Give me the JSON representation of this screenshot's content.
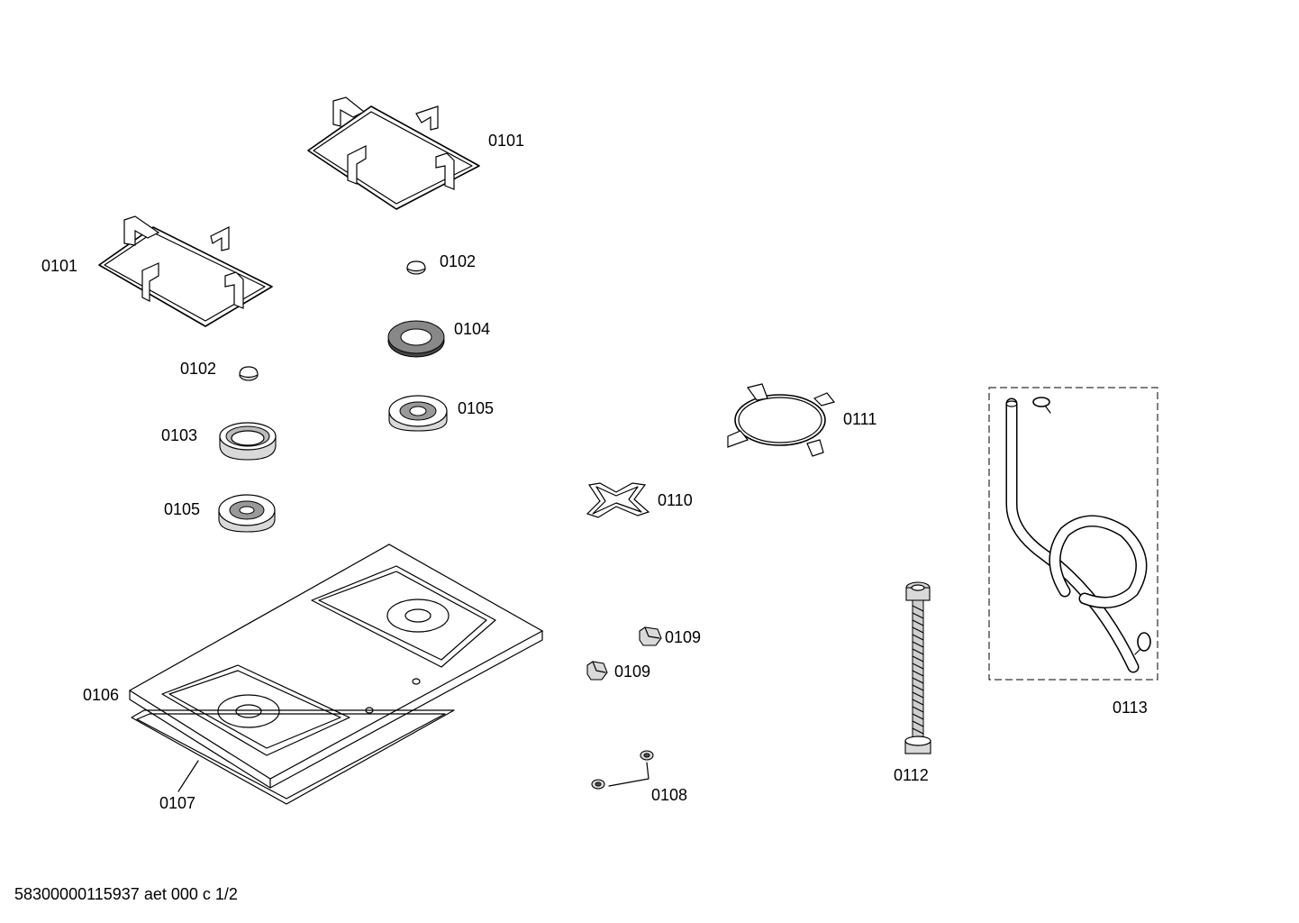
{
  "labels": {
    "grate_right": "0101",
    "grate_left": "0101",
    "cap_right": "0102",
    "cap_left": "0102",
    "ring_right": "0104",
    "ring_left": "0103",
    "burner_right": "0105",
    "burner_left": "0105",
    "cooktop": "0106",
    "seal": "0107",
    "nuts": "0108",
    "knob_upper": "0109",
    "knob_lower": "0109",
    "star_support": "0110",
    "wok_ring": "0111",
    "gas_pipe": "0112",
    "hose": "0113"
  },
  "footer": {
    "doc_id": "58300000115937 aet 000 c 1/2"
  }
}
